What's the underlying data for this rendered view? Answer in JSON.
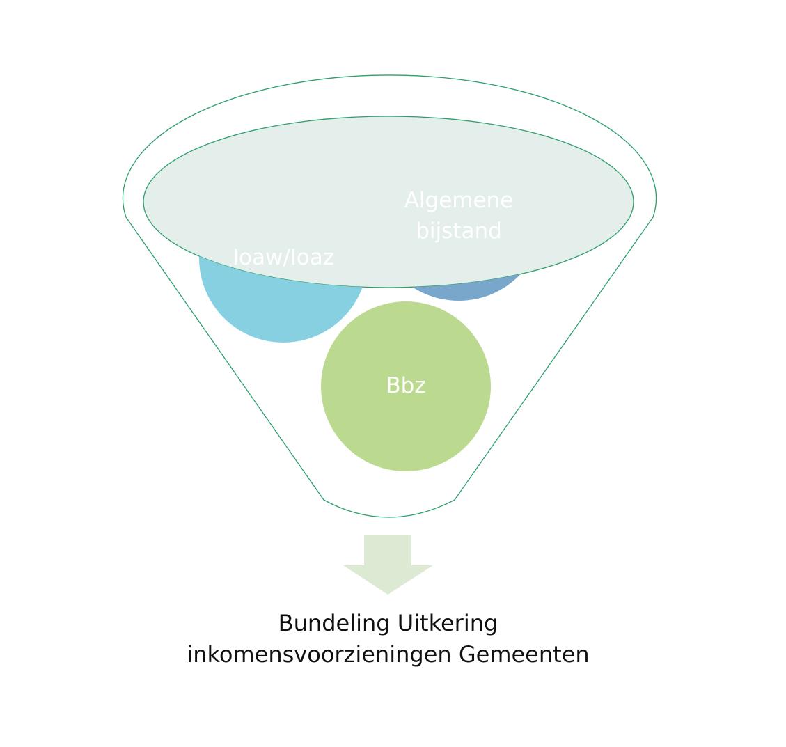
{
  "funnel": {
    "inputs": [
      {
        "label_lines": [
          "Ioaw/Ioaz"
        ],
        "color": "#36AECE",
        "lower_color": "#87D0E2"
      },
      {
        "label_lines": [
          "Algemene",
          "bijstand"
        ],
        "color": "#1F6DA8",
        "lower_color": "#78A7CB"
      },
      {
        "label_lines": [
          "Bbz"
        ],
        "color": "#BBDA8F"
      }
    ],
    "outline_color": "#2E9E6B",
    "surface_color": "#E4EEEB",
    "arrow_color": "#DCE9D3"
  },
  "result": {
    "line1": "Bundeling Uitkering",
    "line2": "inkomensvoorzieningen Gemeenten"
  }
}
